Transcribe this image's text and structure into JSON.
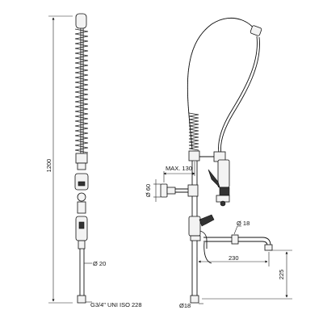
{
  "labels": {
    "height_total": "1200",
    "diameter_left": "Ø 20",
    "thread": "G3/4\" UNI ISO 228",
    "max_reach": "MAX. 130",
    "diameter_valve": "Ø 60",
    "diameter_spout": "Ø 18",
    "spout_length": "230",
    "diameter_column": "Ø18",
    "spout_height": "225"
  }
}
